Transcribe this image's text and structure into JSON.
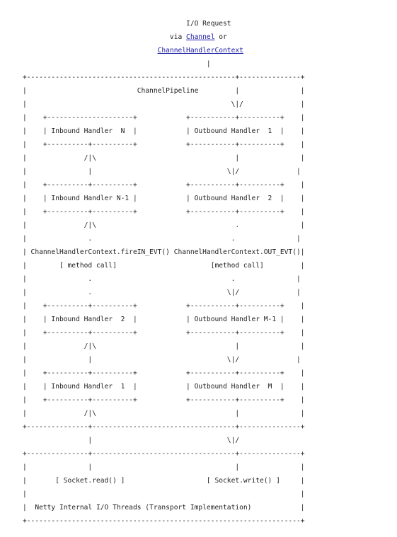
{
  "diagram": {
    "lines": [
      "                                        I/O Request",
      "                                    via ",
      "                                 ",
      "                                             |",
      "+---------------------------------------------------+---------------+",
      "|                           ChannelPipeline         |               |",
      "|                                                  \\|/              |",
      "|    +---------------------+            +-----------+----------+    |",
      "|    | Inbound Handler  N  |            | Outbound Handler  1  |    |",
      "|    +----------+----------+            +-----------+----------+    |",
      "|              /|\\                                  |               |",
      "|               |                                 \\|/              |",
      "|    +----------+----------+            +-----------+----------+    |",
      "|    | Inbound Handler N-1 |            | Outbound Handler  2  |    |",
      "|    +----------+----------+            +-----------+----------+    |",
      "|              /|\\                                  .               |",
      "|               .                                  .               |",
      "| ChannelHandlerContext.fireIN_EVT() ChannelHandlerContext.OUT_EVT()|",
      "|        [ method call]                       [method call]         |",
      "|               .                                  .               |",
      "|               .                                 \\|/              |",
      "|    +----------+----------+            +-----------+----------+    |",
      "|    | Inbound Handler  2  |            | Outbound Handler M-1 |    |",
      "|    +----------+----------+            +-----------+----------+    |",
      "|              /|\\                                  |               |",
      "|               |                                 \\|/              |",
      "|    +----------+----------+            +-----------+----------+    |",
      "|    | Inbound Handler  1  |            | Outbound Handler  M  |    |",
      "|    +----------+----------+            +-----------+----------+    |",
      "|              /|\\                                  |               |",
      "+---------------+-----------------------------------+---------------+",
      "                |                                 \\|/",
      "+---------------+-----------------------------------+---------------+",
      "|               |                                   |               |",
      "|       [ Socket.read() ]                    [ Socket.write() ]     |",
      "|                                                                   |",
      "|  Netty Internal I/O Threads (Transport Implementation)            |",
      "+-------------------------------------------------------------------+"
    ],
    "links": {
      "channel": "Channel",
      "or_text": " or",
      "context": "ChannelHandlerContext"
    }
  }
}
